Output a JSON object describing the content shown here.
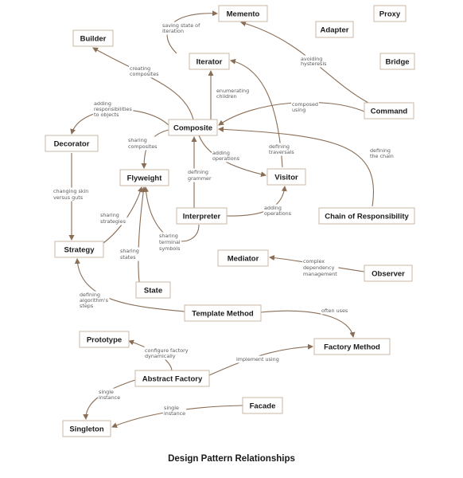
{
  "title": "Design Pattern Relationships",
  "colors": {
    "edge": "#8a6d55",
    "box_border": "#c9b8a6",
    "text": "#1a1a1a",
    "label": "#5a5a5a"
  },
  "nodes": [
    {
      "id": "memento",
      "label": "Memento"
    },
    {
      "id": "proxy",
      "label": "Proxy"
    },
    {
      "id": "builder",
      "label": "Builder"
    },
    {
      "id": "adapter",
      "label": "Adapter"
    },
    {
      "id": "iterator",
      "label": "Iterator"
    },
    {
      "id": "bridge",
      "label": "Bridge"
    },
    {
      "id": "command",
      "label": "Command"
    },
    {
      "id": "composite",
      "label": "Composite"
    },
    {
      "id": "decorator",
      "label": "Decorator"
    },
    {
      "id": "flyweight",
      "label": "Flyweight"
    },
    {
      "id": "visitor",
      "label": "Visitor"
    },
    {
      "id": "interpreter",
      "label": "Interpreter"
    },
    {
      "id": "chain",
      "label": "Chain of Responsibility"
    },
    {
      "id": "strategy",
      "label": "Strategy"
    },
    {
      "id": "mediator",
      "label": "Mediator"
    },
    {
      "id": "observer",
      "label": "Observer"
    },
    {
      "id": "state",
      "label": "State"
    },
    {
      "id": "template",
      "label": "Template Method"
    },
    {
      "id": "prototype",
      "label": "Prototype"
    },
    {
      "id": "factory_method",
      "label": "Factory Method"
    },
    {
      "id": "abstract_factory",
      "label": "Abstract Factory"
    },
    {
      "id": "facade",
      "label": "Facade"
    },
    {
      "id": "singleton",
      "label": "Singleton"
    }
  ],
  "edges": [
    {
      "id": "iter-memento",
      "label": "saving state of iteration"
    },
    {
      "id": "cmd-memento",
      "label": "avoiding hysteresis"
    },
    {
      "id": "comp-builder",
      "label": "creating composites"
    },
    {
      "id": "comp-iter",
      "label": "enumerating children"
    },
    {
      "id": "comp-decor",
      "label": "adding responsibilities to objects"
    },
    {
      "id": "cmd-comp",
      "label": "composed using"
    },
    {
      "id": "comp-fly",
      "label": "sharing composites"
    },
    {
      "id": "comp-visitor",
      "label": "adding operations"
    },
    {
      "id": "visitor-iter",
      "label": "defining traversals"
    },
    {
      "id": "chain-comp",
      "label": "defining the chain"
    },
    {
      "id": "interp-comp",
      "label": "defining grammer"
    },
    {
      "id": "interp-visitor",
      "label": "adding operations"
    },
    {
      "id": "decor-strat",
      "label": "changing skin versus guts"
    },
    {
      "id": "strat-fly",
      "label": "sharing strategies"
    },
    {
      "id": "interp-fly",
      "label": "sharing terminal symbols"
    },
    {
      "id": "state-fly",
      "label": "sharing states"
    },
    {
      "id": "observer-mediator",
      "label": "complex dependency management"
    },
    {
      "id": "template-strat",
      "label": "defining algorithm's steps"
    },
    {
      "id": "template-factory",
      "label": "often uses"
    },
    {
      "id": "af-prototype",
      "label": "configure factory dynamically"
    },
    {
      "id": "af-factory",
      "label": "implement using"
    },
    {
      "id": "af-singleton",
      "label": "single instance"
    },
    {
      "id": "facade-singleton",
      "label": "single instance"
    }
  ]
}
